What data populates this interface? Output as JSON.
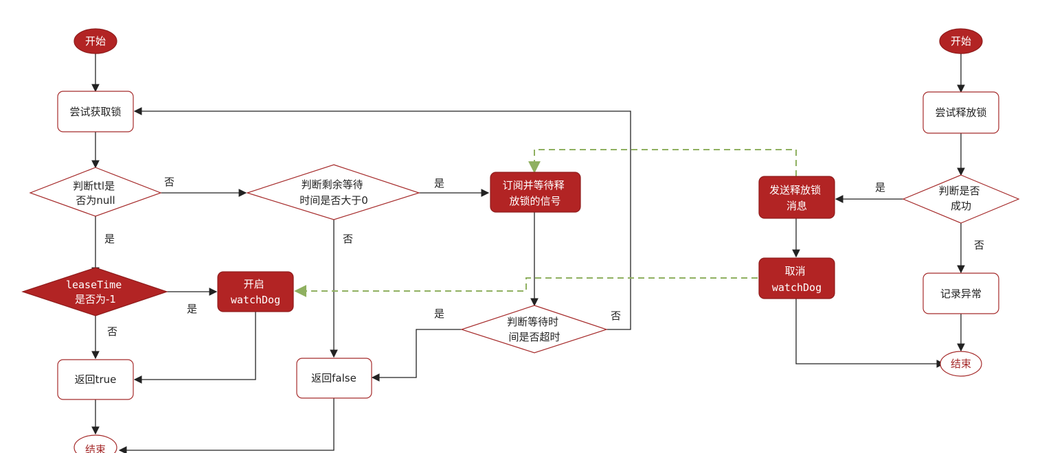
{
  "nodes": {
    "start_acquire": "开始",
    "try_acquire": "尝试获取锁",
    "check_ttl": [
      "判断ttl是",
      "否为null"
    ],
    "lease_time": [
      "leaseTime",
      "是否为-1"
    ],
    "start_watchdog": [
      "开启",
      "watchDog"
    ],
    "return_true": "返回true",
    "end_acquire": "结束",
    "check_wait": [
      "判断剩余等待",
      "时间是否大于0"
    ],
    "return_false": "返回false",
    "subscribe": [
      "订阅并等待释",
      "放锁的信号"
    ],
    "check_timeout": [
      "判断等待时",
      "间是否超时"
    ],
    "start_release": "开始",
    "try_release": "尝试释放锁",
    "check_success": [
      "判断是否",
      "成功"
    ],
    "send_release": [
      "发送释放锁",
      "消息"
    ],
    "cancel_watchdog": [
      "取消",
      "watchDog"
    ],
    "log_error": "记录异常",
    "end_release": "结束"
  },
  "edge_labels": {
    "ttl_no": "否",
    "ttl_yes": "是",
    "lease_yes": "是",
    "lease_no": "否",
    "wait_yes": "是",
    "wait_no": "否",
    "timeout_yes": "是",
    "timeout_no": "否",
    "success_yes": "是",
    "success_no": "否"
  },
  "colors": {
    "dark_fill": "#b22424",
    "border": "#a52a2a",
    "dashed_edge": "#8fb060",
    "edge": "#222222"
  }
}
